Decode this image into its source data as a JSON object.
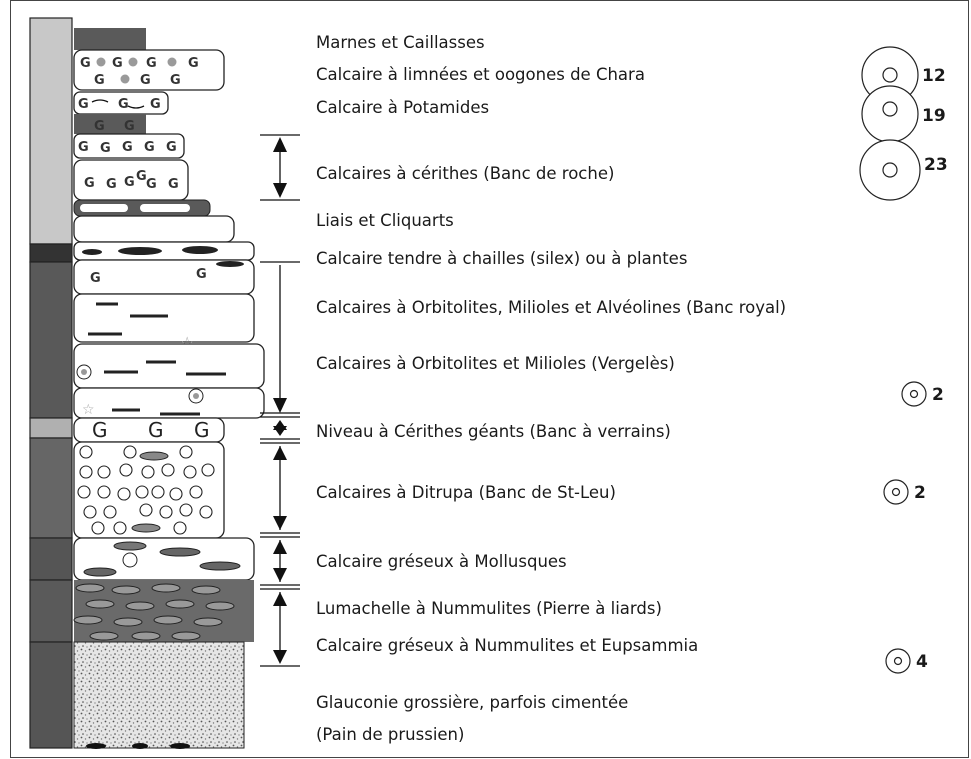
{
  "layers": [
    {
      "label": "Marnes et Caillasses"
    },
    {
      "label": "Calcaire à limnées et oogones de Chara"
    },
    {
      "label": "Calcaire à Potamides"
    },
    {
      "label": "Calcaires à cérithes (Banc de roche)"
    },
    {
      "label": "Liais et Cliquarts"
    },
    {
      "label": "Calcaire tendre à chailles (silex) ou à plantes"
    },
    {
      "label": "Calcaires à Orbitolites, Milioles et Alvéolines (Banc royal)"
    },
    {
      "label": "Calcaires à Orbitolites et Milioles (Vergelès)"
    },
    {
      "label": "Niveau à Cérithes géants (Banc à verrains)"
    },
    {
      "label": "Calcaires à Ditrupa (Banc de St-Leu)"
    },
    {
      "label": "Calcaire gréseux à Mollusques"
    },
    {
      "label": "Lumachelle à Nummulites (Pierre à liards)"
    },
    {
      "label": "Calcaire gréseux à Nummulites et Eupsammia"
    },
    {
      "label": "Glauconie grossière, parfois cimentée"
    },
    {
      "label": "(Pain de prussien)"
    }
  ],
  "markers": [
    {
      "value": "12",
      "icon": "large-circle-icon"
    },
    {
      "value": "19",
      "icon": "large-circle-icon"
    },
    {
      "value": "23",
      "icon": "large-circle-icon"
    },
    {
      "value": "2",
      "icon": "small-circle-icon"
    },
    {
      "value": "2",
      "icon": "small-circle-icon"
    },
    {
      "value": "4",
      "icon": "small-circle-icon"
    }
  ],
  "colors": {
    "light_column": "#c8c8c8",
    "dark_column": "#595959",
    "medium_column": "#7a7a7a",
    "bed_fill": "#ffffff",
    "dark_bed": "#5c5c5c"
  }
}
